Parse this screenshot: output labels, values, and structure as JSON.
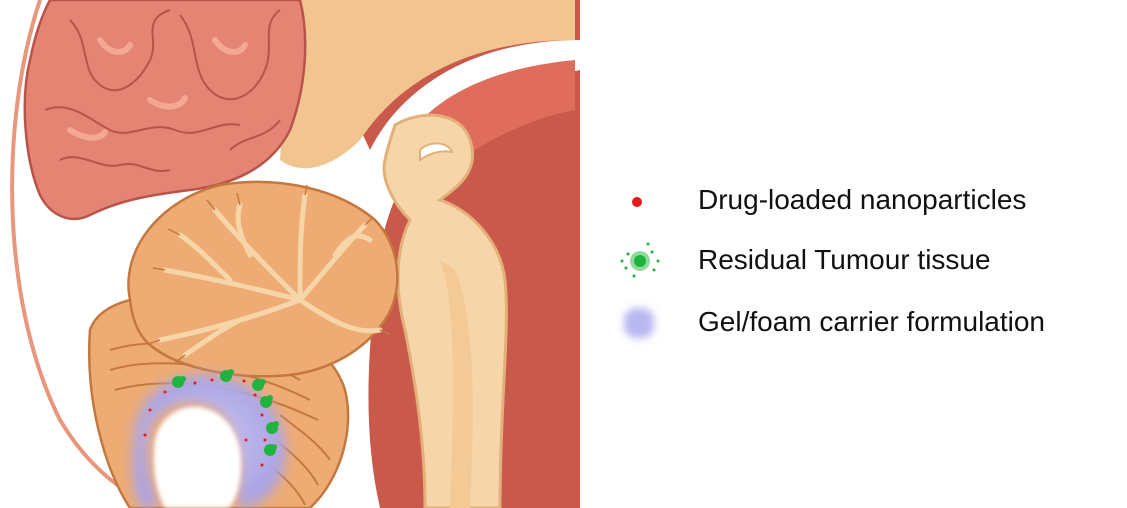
{
  "colors": {
    "cerebrum": "#e48574",
    "cerebrum_light": "#f2a893",
    "cerebrum_line": "#b9534a",
    "brain_beige": "#f2c48f",
    "cerebellum": "#eeac74",
    "cerebellum_line": "#c4783e",
    "brainstem": "#f6d5a9",
    "membrane": "#c8594b",
    "skull_line": "#e8967c",
    "nanoparticle": "#e21b1b",
    "tumour": "#21b33f",
    "gel": "#b9b7f2"
  },
  "legend": {
    "items": [
      {
        "label": "Drug-loaded nanoparticles",
        "icon": "nanoparticle-icon"
      },
      {
        "label": "Residual Tumour tissue",
        "icon": "tumour-tissue-icon"
      },
      {
        "label": "Gel/foam carrier formulation",
        "icon": "gel-carrier-icon"
      }
    ]
  }
}
